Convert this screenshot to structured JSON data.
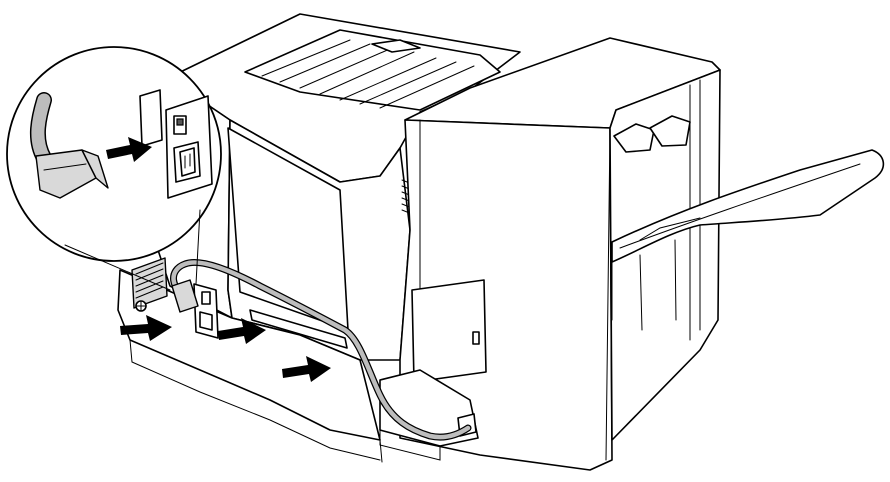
{
  "figure": {
    "subject": "printer-with-finisher-rear-view",
    "callout": "power-inlet-magnified",
    "arrow_count": 4,
    "colors": {
      "line": "#000000",
      "fill": "#ffffff",
      "cable": "#bdbdbd",
      "arrow": "#000000"
    }
  }
}
